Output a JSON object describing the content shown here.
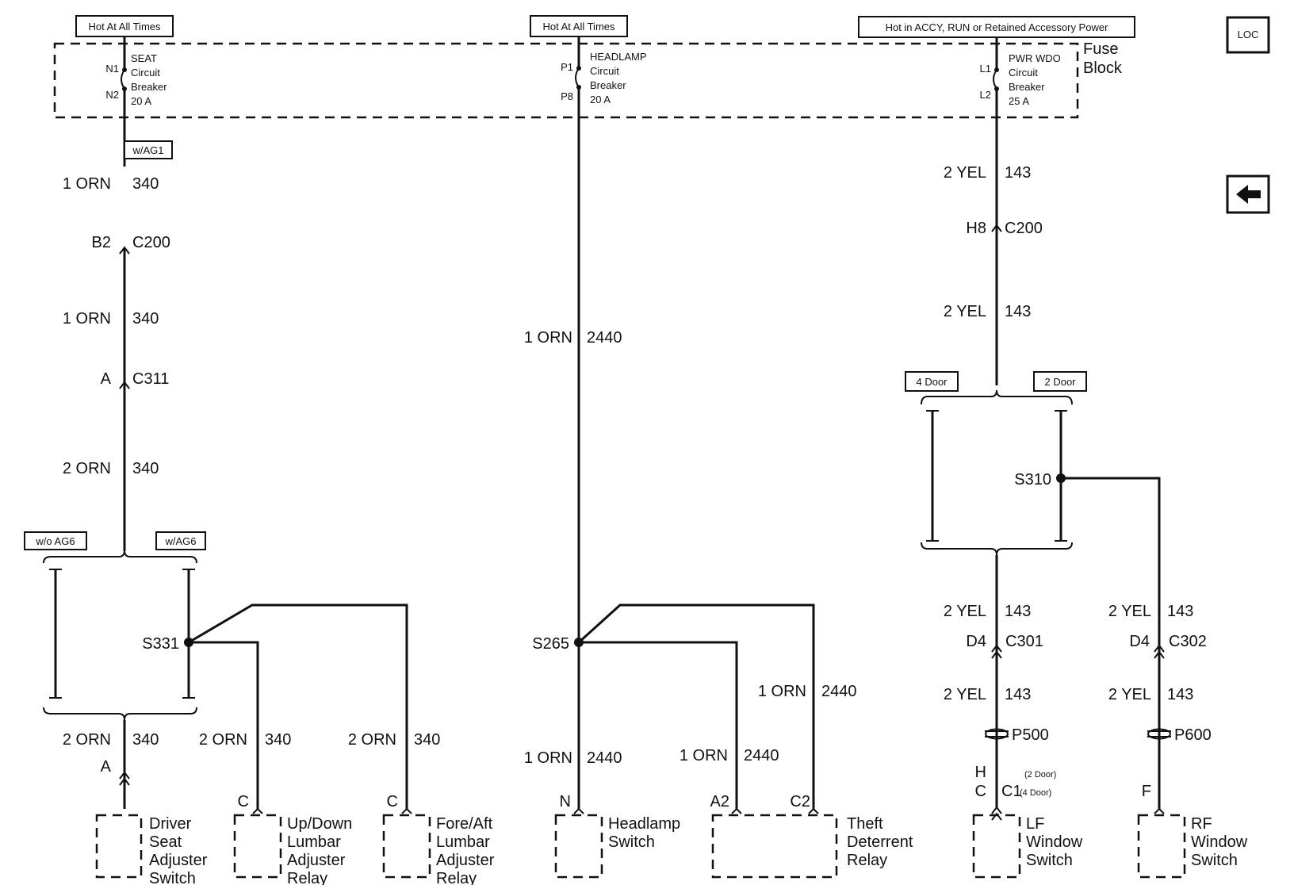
{
  "feeds": {
    "left": "Hot At All Times",
    "middle": "Hot At All Times",
    "right": "Hot in ACCY, RUN or Retained Accessory Power"
  },
  "fuse_block": {
    "label_line1": "Fuse",
    "label_line2": "Block",
    "breakers": [
      {
        "pin_top": "N1",
        "pin_bottom": "N2",
        "name": "SEAT",
        "l2": "Circuit",
        "l3": "Breaker",
        "rating": "20 A"
      },
      {
        "pin_top": "P1",
        "pin_bottom": "P8",
        "name": "HEADLAMP",
        "l2": "Circuit",
        "l3": "Breaker",
        "rating": "20 A"
      },
      {
        "pin_top": "L1",
        "pin_bottom": "L2",
        "name": "PWR WDO",
        "l2": "Circuit",
        "l3": "Breaker",
        "rating": "25 A"
      }
    ]
  },
  "nav": {
    "loc": "LOC",
    "back_icon": "left-arrow-icon"
  },
  "options": {
    "w_ag1": "w/AG1",
    "wo_ag6": "w/o AG6",
    "w_ag6": "w/AG6",
    "four_door": "4 Door",
    "two_door": "2 Door"
  },
  "wires": {
    "orn1_340": "1 ORN",
    "orn2_340": "2 ORN",
    "c340": "340",
    "orn1_2440": "1 ORN",
    "c2440": "2440",
    "yel2": "2 YEL",
    "c143": "143"
  },
  "connectors": {
    "b2": "B2",
    "c200": "C200",
    "a": "A",
    "c311": "C311",
    "h8": "H8",
    "d4": "D4",
    "c301": "C301",
    "c302": "C302",
    "p500": "P500",
    "p600": "P600"
  },
  "splices": {
    "s331": "S331",
    "s265": "S265",
    "s310": "S310"
  },
  "components": [
    {
      "pin": "A",
      "l1": "Driver",
      "l2": "Seat",
      "l3": "Adjuster",
      "l4": "Switch"
    },
    {
      "pin": "C",
      "l1": "Up/Down",
      "l2": "Lumbar",
      "l3": "Adjuster",
      "l4": "Relay"
    },
    {
      "pin": "C",
      "l1": "Fore/Aft",
      "l2": "Lumbar",
      "l3": "Adjuster",
      "l4": "Relay"
    },
    {
      "pin": "N",
      "l1": "Headlamp",
      "l2": "Switch"
    },
    {
      "pin_a": "A2",
      "pin_b": "C2",
      "l1": "Theft",
      "l2": "Deterrent",
      "l3": "Relay"
    },
    {
      "pin_h": "H",
      "pin_c": "C",
      "conn": "C1",
      "note_2door": "(2 Door)",
      "note_4door": "(4 Door)",
      "l1": "LF",
      "l2": "Window",
      "l3": "Switch"
    },
    {
      "pin": "F",
      "l1": "RF",
      "l2": "Window",
      "l3": "Switch"
    }
  ]
}
